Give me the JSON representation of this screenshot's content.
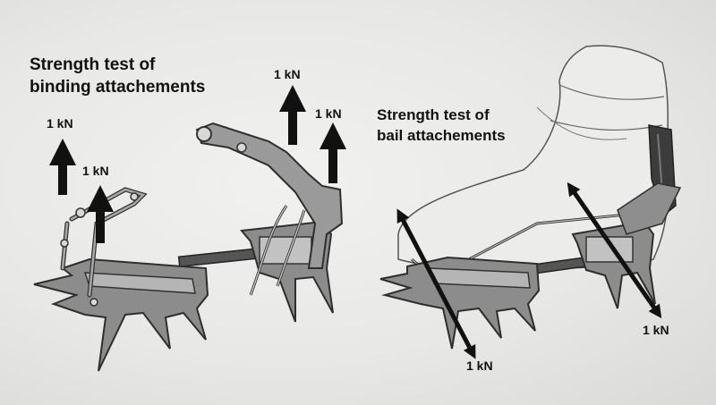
{
  "binding_test": {
    "heading_line1": "Strength test of",
    "heading_line2": "binding attachements"
  },
  "bail_test": {
    "heading_line1": "Strength test of",
    "heading_line2": "bail attachements"
  },
  "forces": {
    "left_front_outer": "1 kN",
    "left_front_inner": "1 kN",
    "left_rear_upper": "1 kN",
    "left_rear_lower": "1 kN",
    "right_toe": "1 kN",
    "right_heel": "1 kN"
  },
  "colors": {
    "background": "#e9e9e7",
    "arrow": "#111111",
    "metal": "#8a8a8a",
    "outline": "#333333",
    "bail_strap": "#444444"
  }
}
